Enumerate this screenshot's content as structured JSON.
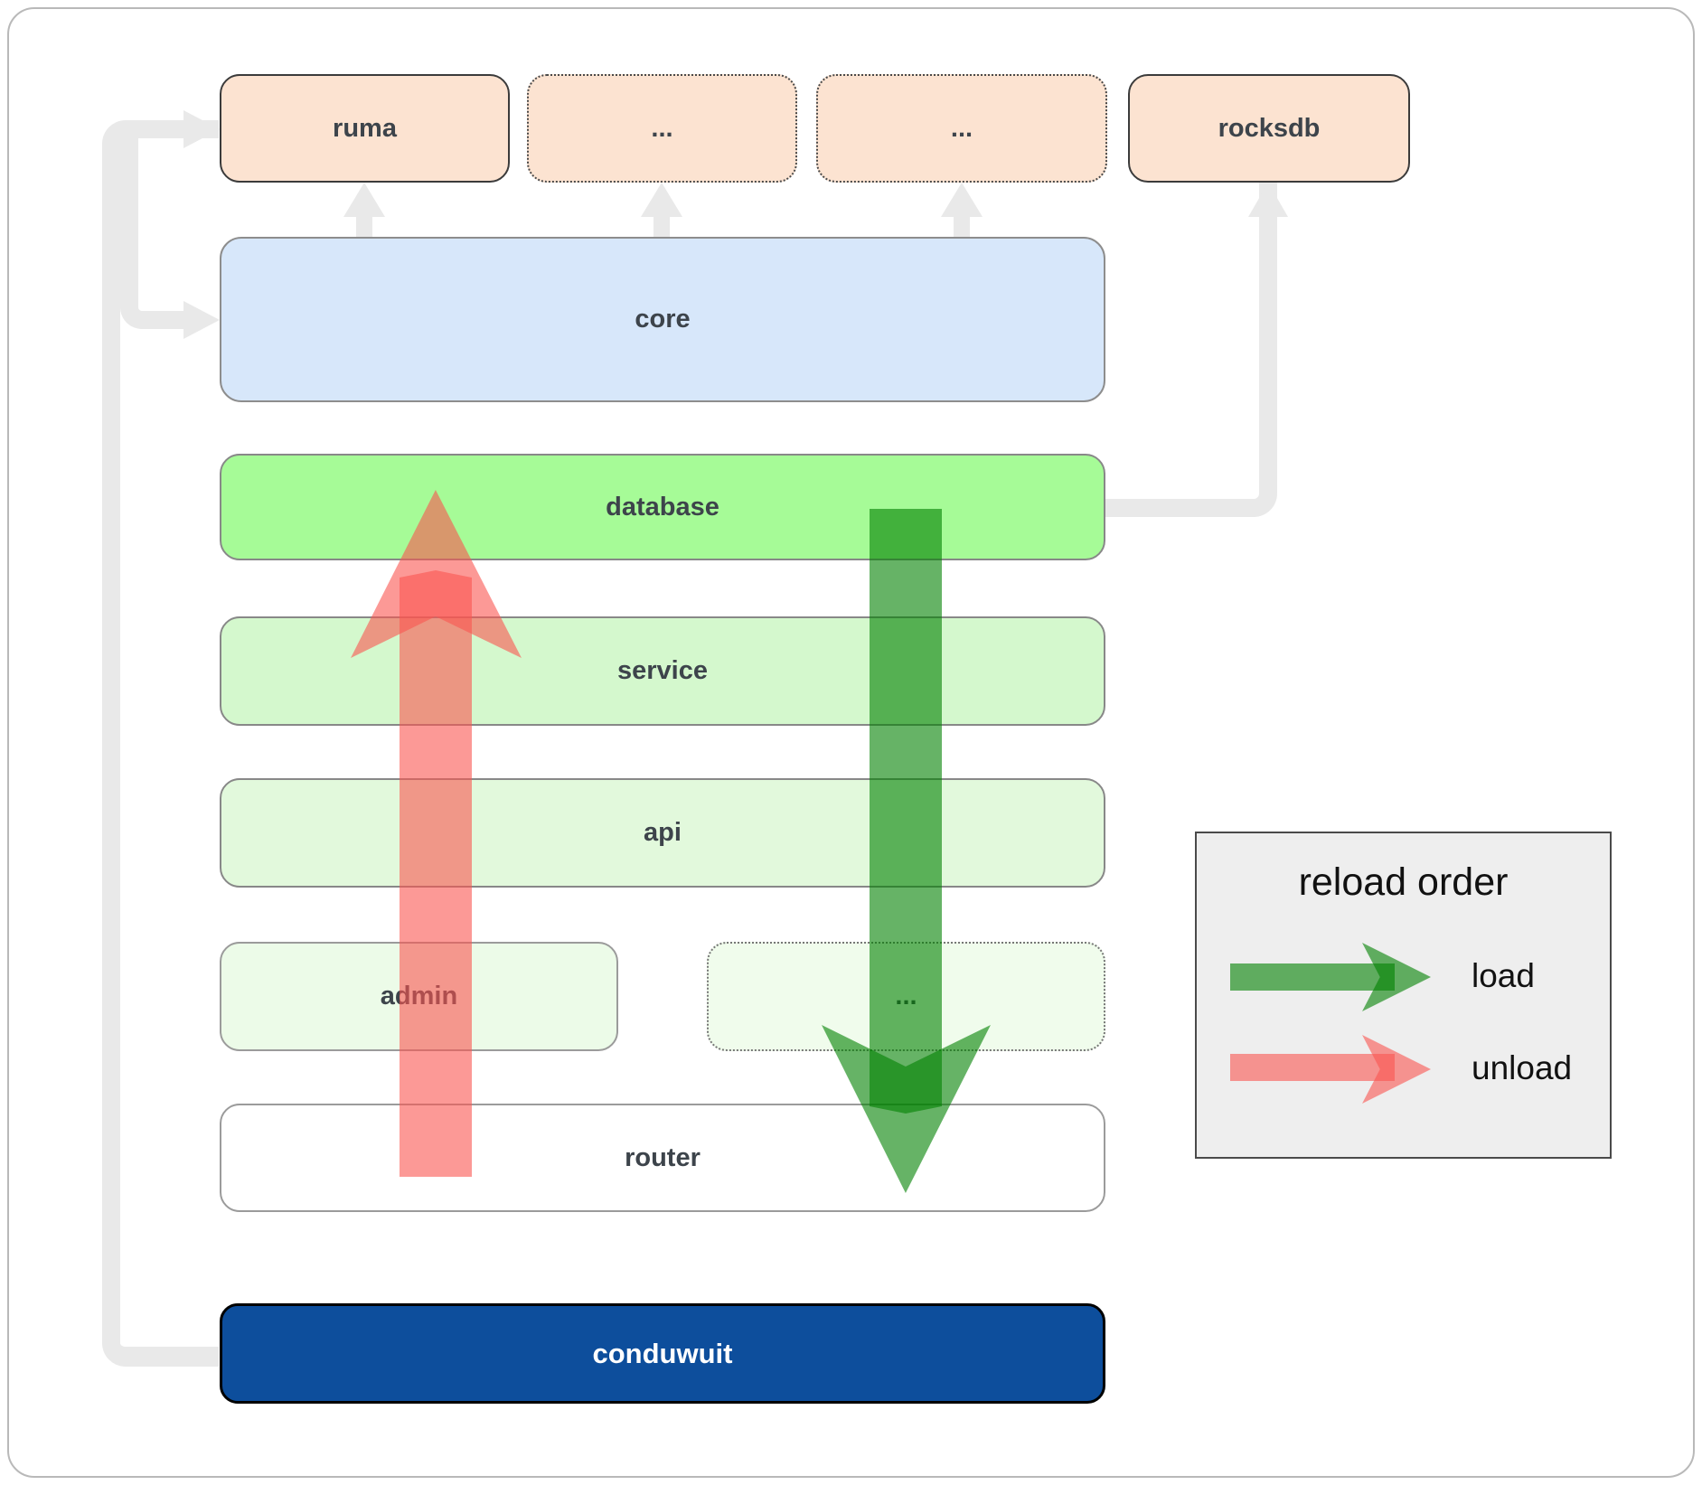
{
  "diagram": {
    "boxes": {
      "ruma": "ruma",
      "crates_more_1": "...",
      "crates_more_2": "...",
      "rocksdb": "rocksdb",
      "core": "core",
      "database": "database",
      "service": "service",
      "api": "api",
      "admin": "admin",
      "services_more": "...",
      "router": "router",
      "conduwuit": "conduwuit"
    },
    "legend": {
      "title": "reload order",
      "load_label": "load",
      "unload_label": "unload"
    },
    "colors": {
      "load_arrow": "rgba(0,128,0,0.6)",
      "unload_arrow": "rgba(250,85,80,0.6)",
      "dependency_line": "#e9e9e9",
      "crate_fill": "#fce3d1",
      "core_fill": "#d7e7fa",
      "database_fill": "#a6fb97",
      "service_fill": "#d4f8cd",
      "api_fill": "#e2f9dc",
      "admin_fill": "#ecfbe8",
      "router_fill": "#ffffff",
      "conduwuit_fill": "#0d4e9c",
      "legend_fill": "#eeeeee"
    }
  }
}
